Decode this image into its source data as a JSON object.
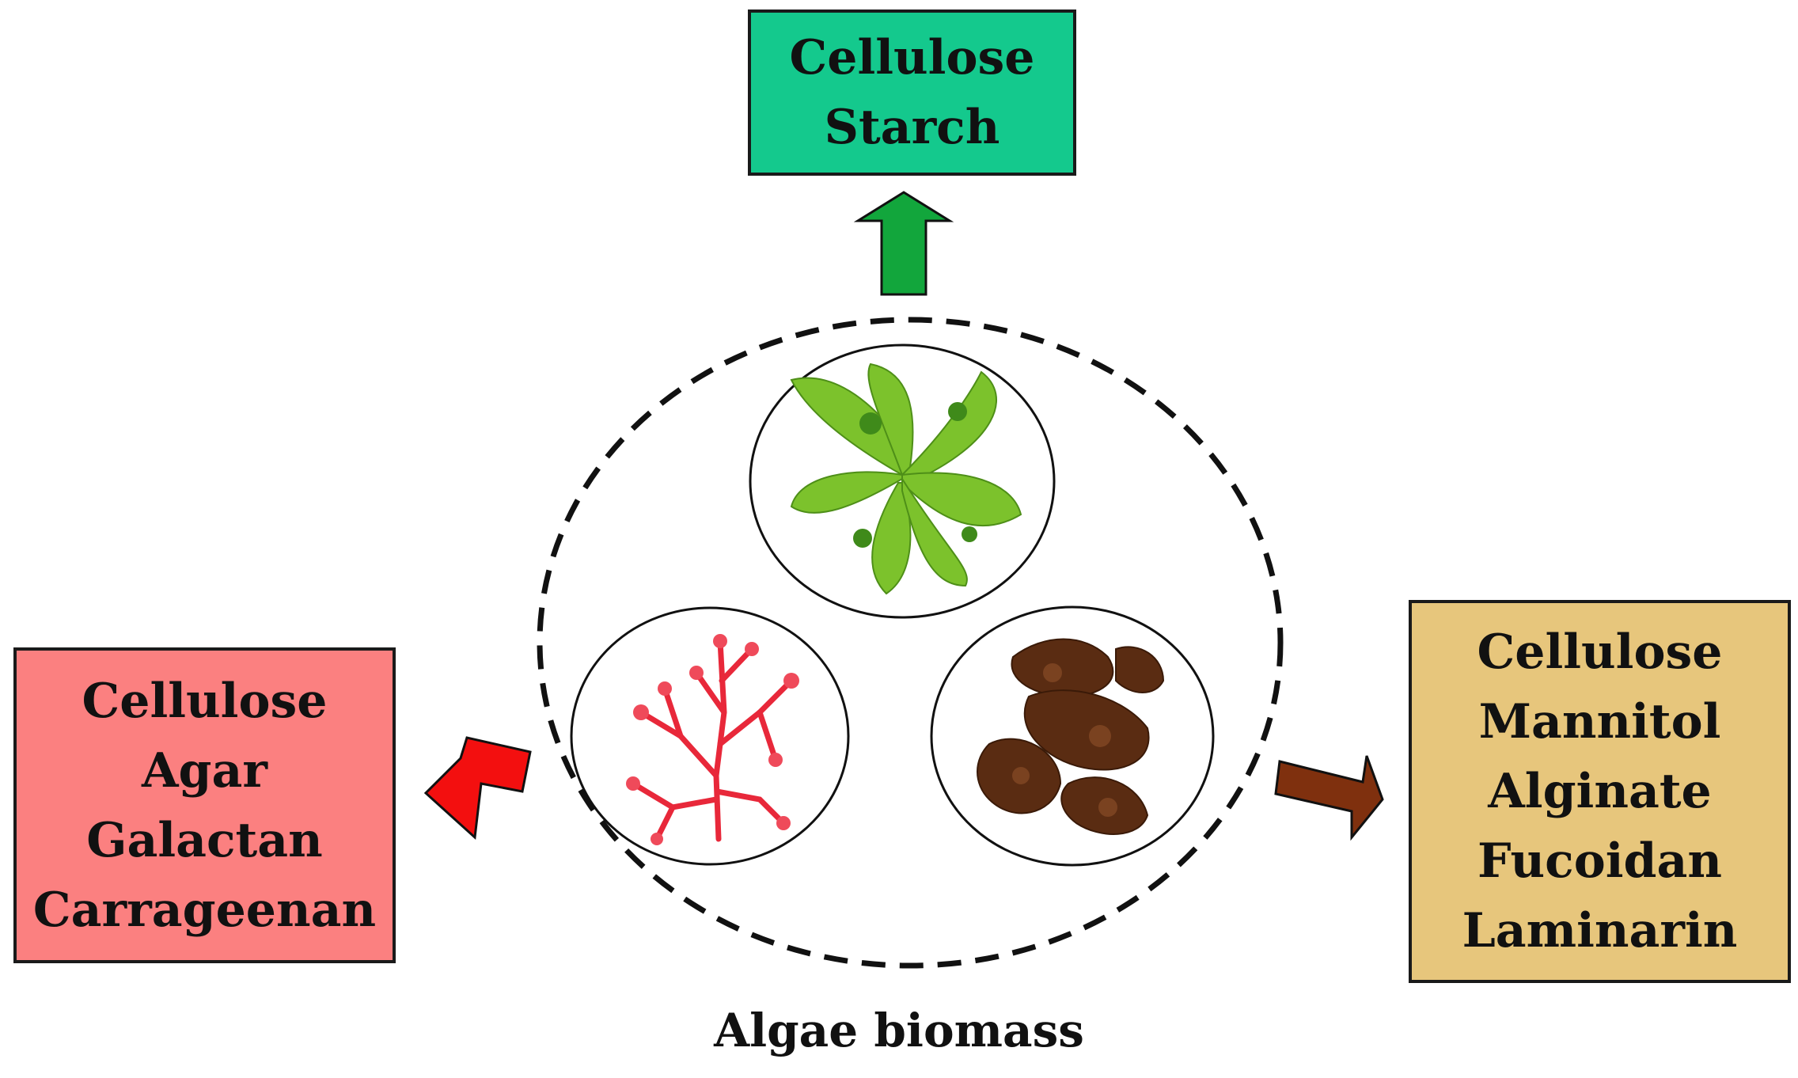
{
  "boxes": {
    "green": {
      "lines": [
        "Cellulose",
        "Starch"
      ],
      "color": "#14c98d"
    },
    "red": {
      "lines": [
        "Cellulose",
        "Agar",
        "Galactan",
        "Carrageenan"
      ],
      "color": "#fb8080"
    },
    "brown": {
      "lines": [
        "Cellulose",
        "Mannitol",
        "Alginate",
        "Fucoidan",
        "Laminarin"
      ],
      "color": "#e7c67c"
    }
  },
  "arrows": {
    "green": "#12a63c",
    "red": "#f30f0f",
    "brown": "#7f300e"
  },
  "caption": "Algae biomass",
  "images": {
    "green_algae": "green-seaweed",
    "red_algae": "red-seaweed",
    "brown_algae": "brown-seaweed"
  }
}
